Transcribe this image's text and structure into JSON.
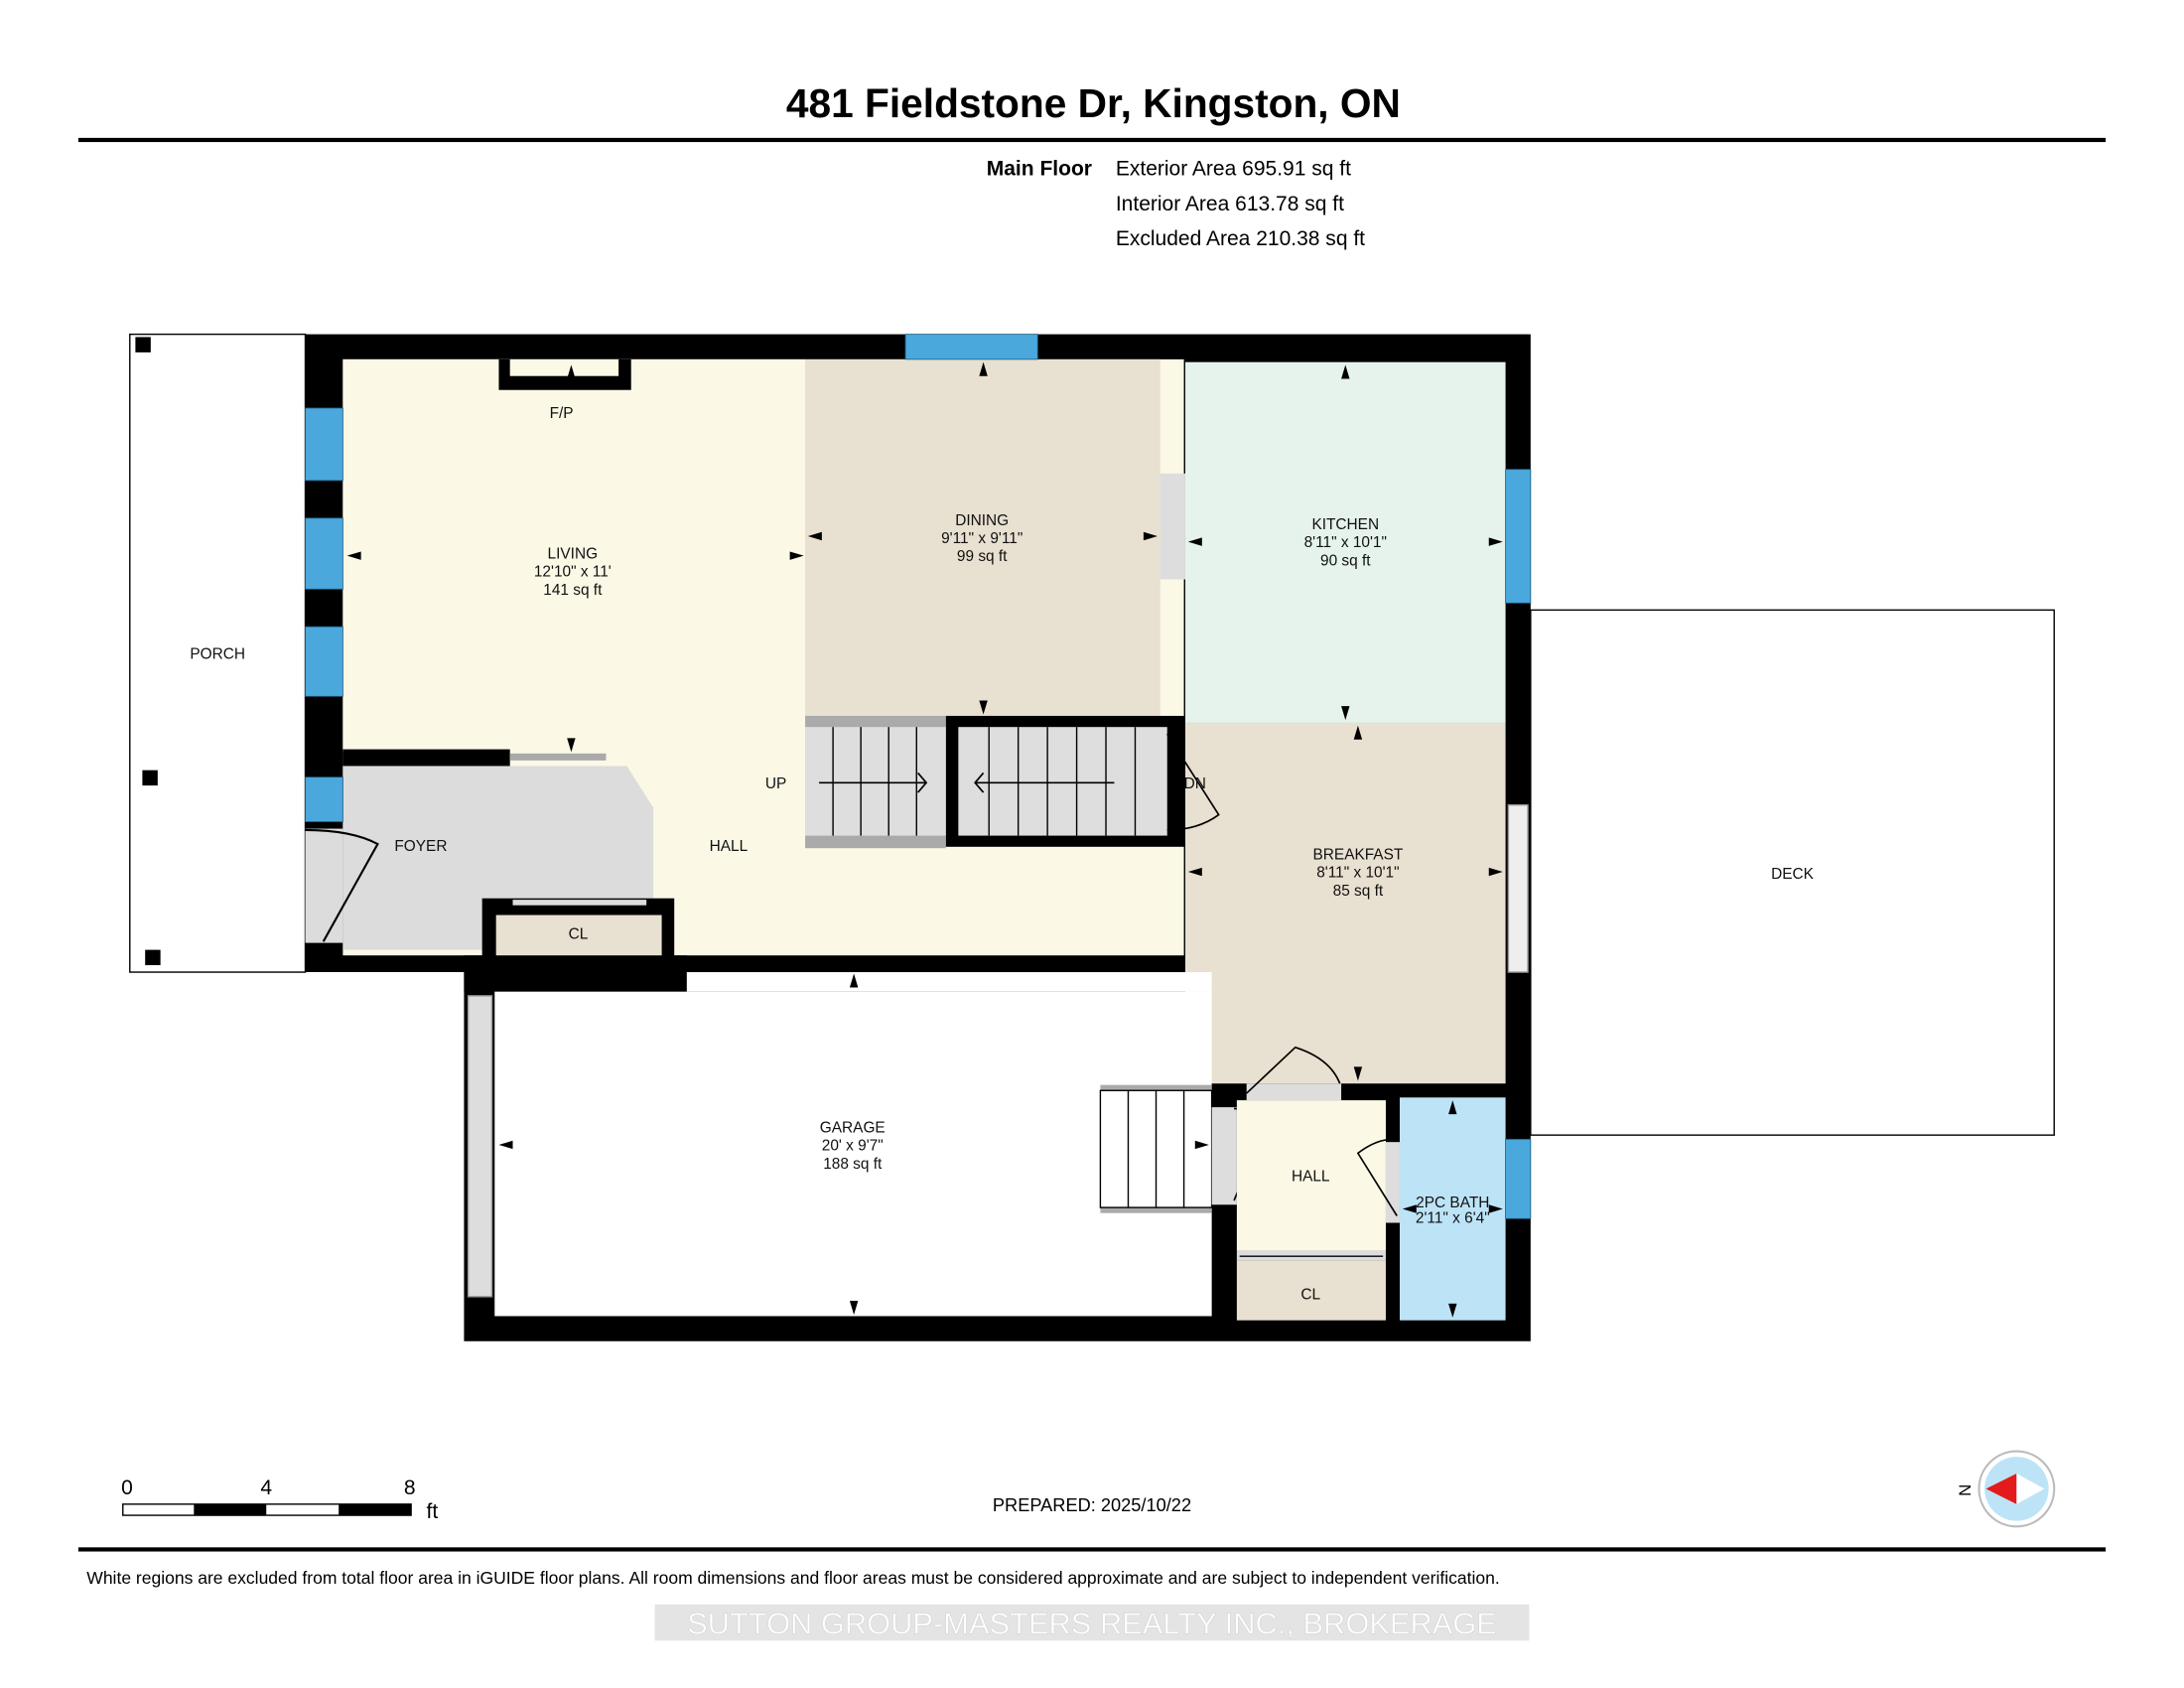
{
  "header": {
    "title": "481 Fieldstone Dr, Kingston, ON",
    "floor_name": "Main Floor",
    "exterior_area": "Exterior Area 695.91 sq ft",
    "interior_area": "Interior Area 613.78 sq ft",
    "excluded_area": "Excluded Area 210.38 sq ft"
  },
  "rooms": {
    "porch": {
      "name": "PORCH"
    },
    "living": {
      "name": "LIVING",
      "dims": "12'10\" x 11'",
      "area": "141 sq ft"
    },
    "fireplace": {
      "name": "F/P"
    },
    "dining": {
      "name": "DINING",
      "dims": "9'11\" x 9'11\"",
      "area": "99 sq ft"
    },
    "kitchen": {
      "name": "KITCHEN",
      "dims": "8'11\" x 10'1\"",
      "area": "90 sq ft"
    },
    "breakfast": {
      "name": "BREAKFAST",
      "dims": "8'11\" x 10'1\"",
      "area": "85 sq ft"
    },
    "foyer": {
      "name": "FOYER"
    },
    "hall_main": {
      "name": "HALL"
    },
    "closet_foyer": {
      "name": "CL"
    },
    "stairs_up": {
      "name": "UP"
    },
    "stairs_down": {
      "name": "DN"
    },
    "deck": {
      "name": "DECK"
    },
    "garage": {
      "name": "GARAGE",
      "dims": "20' x 9'7\"",
      "area": "188 sq ft"
    },
    "hall_lower": {
      "name": "HALL"
    },
    "closet_lower": {
      "name": "CL"
    },
    "bath": {
      "name": "2PC BATH",
      "dims": "2'11\" x 6'4\""
    }
  },
  "colors": {
    "living_hall": "#fcf8e6",
    "dining_breakfast": "#e8e0d0",
    "kitchen": "#e6f3ec",
    "foyer": "#dcdcdc",
    "bath": "#bde3f7",
    "window": "#4aa8dc",
    "wall": "#000000"
  },
  "footer": {
    "scale_labels": [
      "0",
      "4",
      "8"
    ],
    "scale_unit": "ft",
    "prepared": "PREPARED: 2025/10/22",
    "compass_label": "N",
    "disclaimer": "White regions are excluded from total floor area in iGUIDE floor plans. All room dimensions and floor areas must be considered approximate and are subject to independent verification.",
    "watermark": "SUTTON GROUP-MASTERS REALTY INC., BROKERAGE"
  }
}
